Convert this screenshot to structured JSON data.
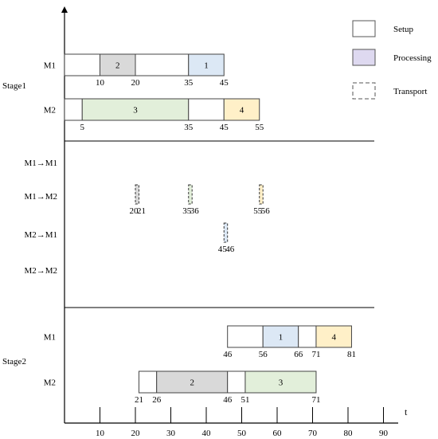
{
  "chart_data": {
    "type": "gantt",
    "x_axis_label": "t",
    "x_ticks": [
      10,
      20,
      30,
      40,
      50,
      60,
      70,
      80,
      90
    ],
    "xlim": [
      0,
      90
    ],
    "legend": {
      "placement": "top-right",
      "items": [
        {
          "key": "setup",
          "label": "Setup",
          "style": "solid",
          "color": "#ffffff"
        },
        {
          "key": "processing",
          "label": "Processing",
          "style": "solid",
          "color": "#ded9f0"
        },
        {
          "key": "transport",
          "label": "Transport",
          "style": "dashed",
          "color": "#ffffff"
        }
      ]
    },
    "job_colors": {
      "1": "#dce8f5",
      "2": "#d9d9d9",
      "3": "#e2efda",
      "4": "#fff0c8"
    },
    "stages": [
      {
        "label": "Stage1",
        "machines": [
          {
            "label": "M1",
            "blocks": [
              {
                "kind": "setup",
                "start": 0,
                "end": 10
              },
              {
                "kind": "process",
                "job": "2",
                "start": 10,
                "end": 20
              },
              {
                "kind": "setup",
                "start": 20,
                "end": 35
              },
              {
                "kind": "process",
                "job": "1",
                "start": 35,
                "end": 45
              }
            ],
            "tick_labels": [
              "10",
              "20",
              "35",
              "45"
            ],
            "tick_values": [
              10,
              20,
              35,
              45
            ]
          },
          {
            "label": "M2",
            "blocks": [
              {
                "kind": "setup",
                "start": 0,
                "end": 5
              },
              {
                "kind": "process",
                "job": "3",
                "start": 5,
                "end": 35
              },
              {
                "kind": "setup",
                "start": 35,
                "end": 45
              },
              {
                "kind": "process",
                "job": "4",
                "start": 45,
                "end": 55
              }
            ],
            "tick_labels": [
              "5",
              "35",
              "45",
              "55"
            ],
            "tick_values": [
              5,
              35,
              45,
              55
            ]
          }
        ]
      },
      {
        "label": "Stage2",
        "machines": [
          {
            "label": "M1",
            "blocks": [
              {
                "kind": "setup",
                "start": 46,
                "end": 56
              },
              {
                "kind": "process",
                "job": "1",
                "start": 56,
                "end": 66
              },
              {
                "kind": "setup",
                "start": 66,
                "end": 71
              },
              {
                "kind": "process",
                "job": "4",
                "start": 71,
                "end": 81
              }
            ],
            "tick_labels": [
              "46",
              "56",
              "66",
              "71",
              "81"
            ],
            "tick_values": [
              46,
              56,
              66,
              71,
              81
            ]
          },
          {
            "label": "M2",
            "blocks": [
              {
                "kind": "setup",
                "start": 21,
                "end": 26
              },
              {
                "kind": "process",
                "job": "2",
                "start": 26,
                "end": 46
              },
              {
                "kind": "setup",
                "start": 46,
                "end": 51
              },
              {
                "kind": "process",
                "job": "3",
                "start": 51,
                "end": 71
              }
            ],
            "tick_labels": [
              "21",
              "26",
              "46",
              "51",
              "71"
            ],
            "tick_values": [
              21,
              26,
              46,
              51,
              71
            ]
          }
        ]
      }
    ],
    "transport": {
      "routes": [
        "M1→M1",
        "M1→M2",
        "M2→M1",
        "M2→M2"
      ],
      "moves": [
        {
          "route": "M1→M2",
          "job": "2",
          "start": 20,
          "end": 21,
          "start_label": "20",
          "end_label": "21"
        },
        {
          "route": "M1→M2",
          "job": "3",
          "start": 35,
          "end": 36,
          "start_label": "35",
          "end_label": "36"
        },
        {
          "route": "M1→M2",
          "job": "4",
          "start": 55,
          "end": 56,
          "start_label": "55",
          "end_label": "56"
        },
        {
          "route": "M2→M1",
          "job": "1",
          "start": 45,
          "end": 46,
          "start_label": "45",
          "end_label": "46"
        }
      ]
    }
  }
}
